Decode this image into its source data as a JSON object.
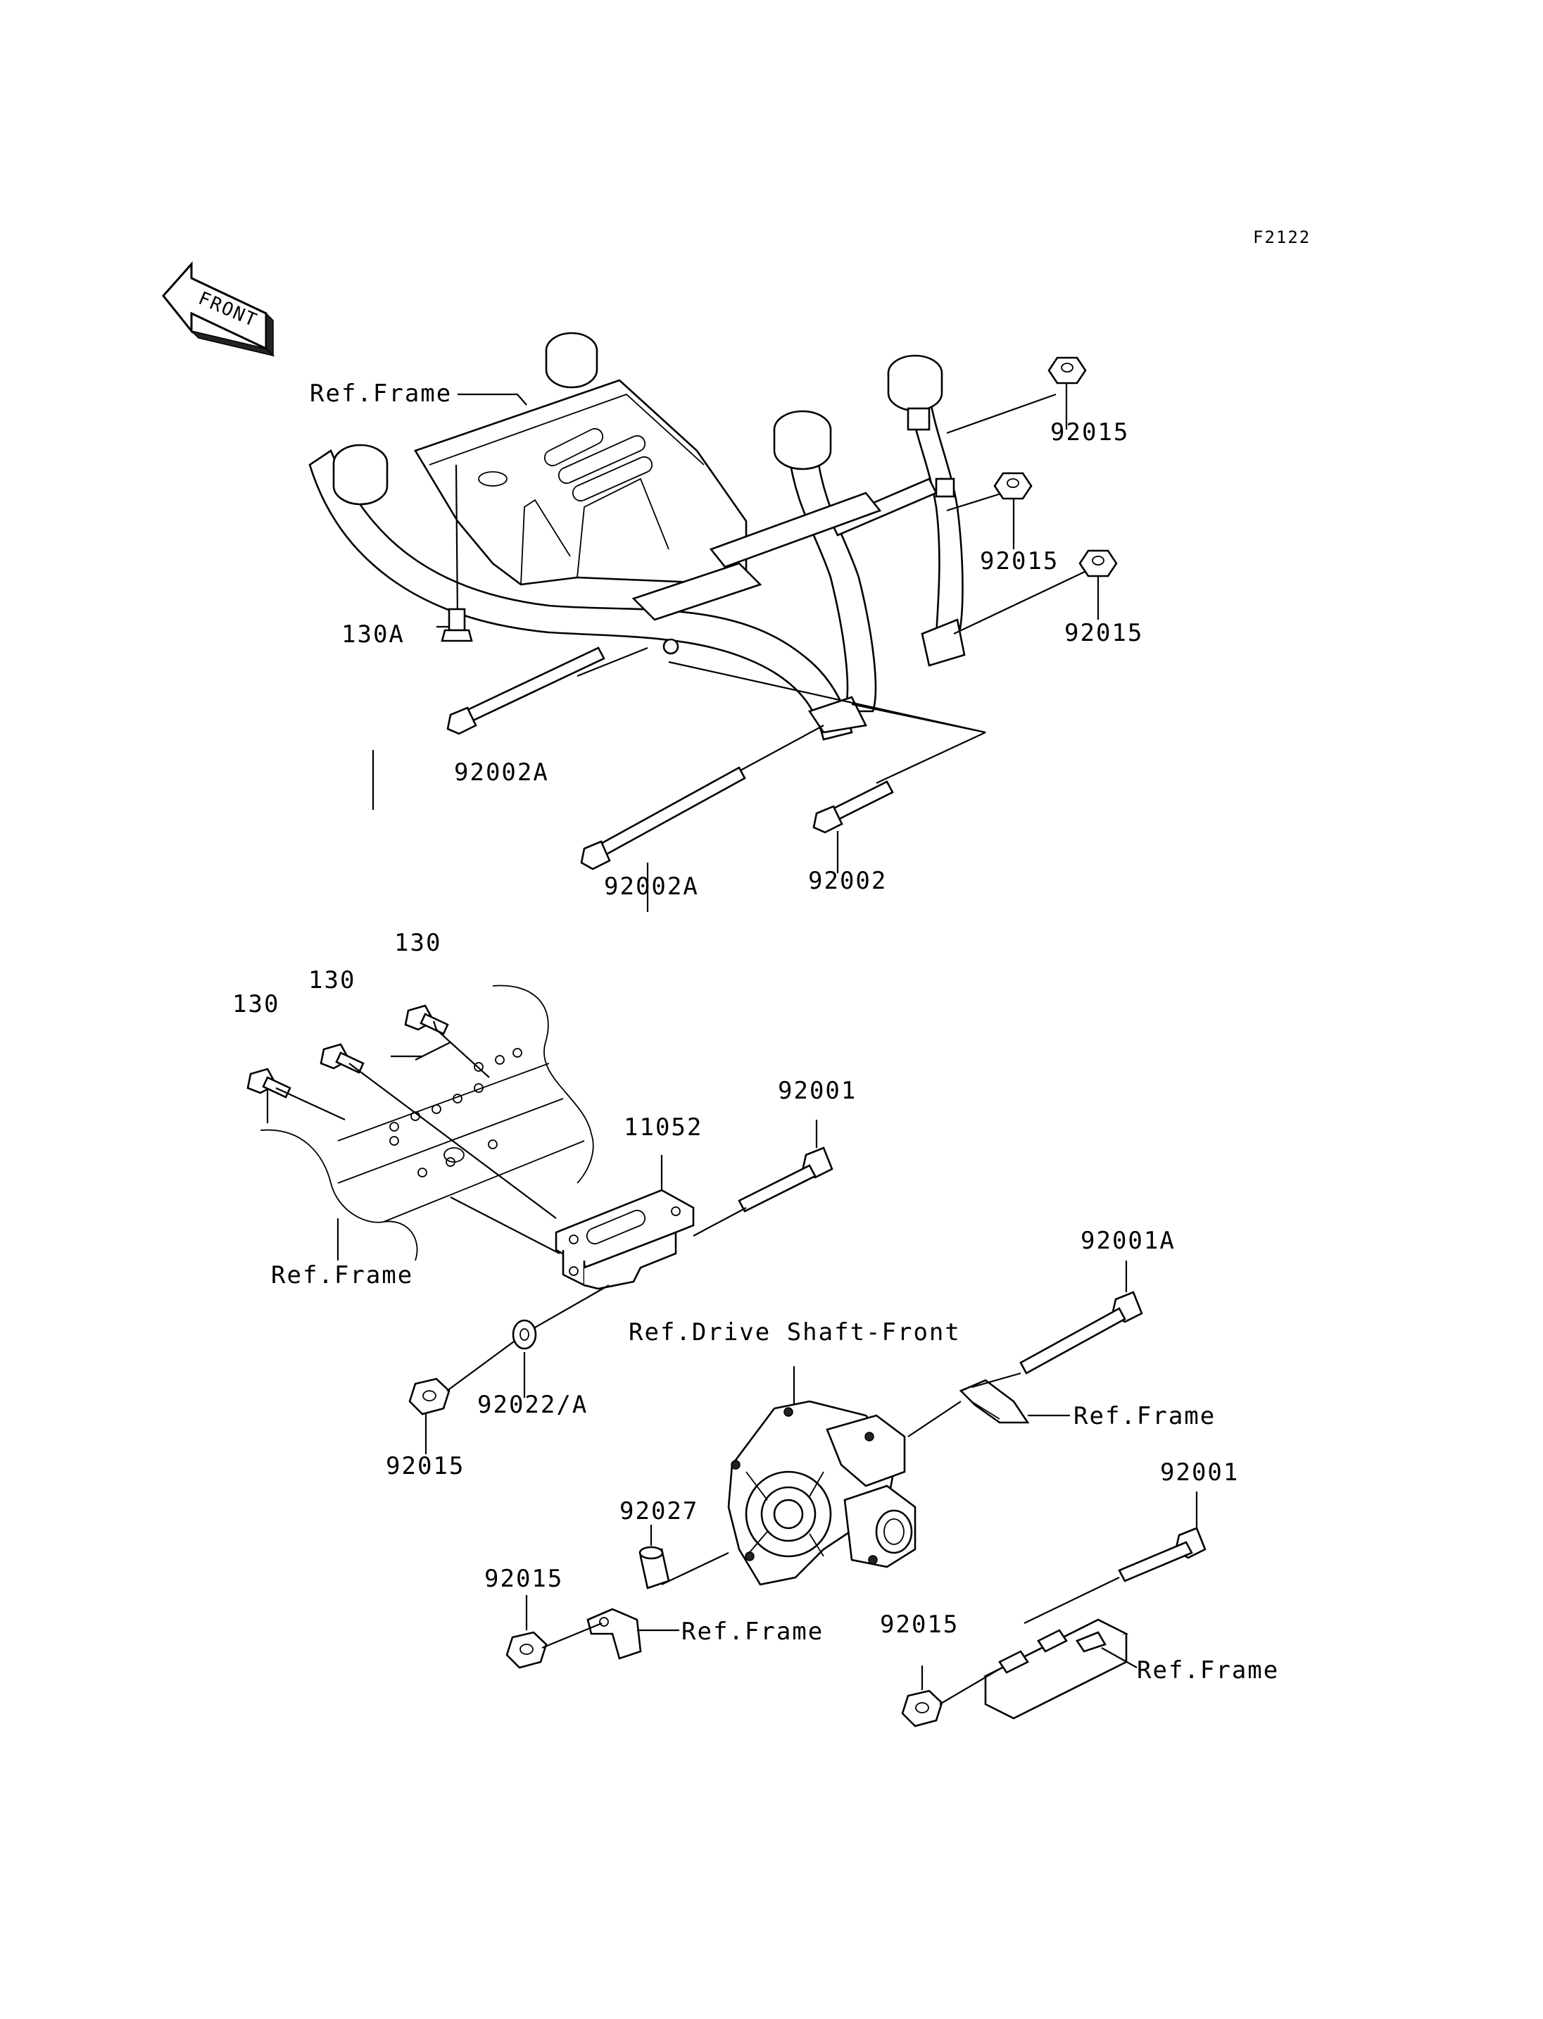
{
  "diagram_code": "F2122",
  "front_arrow": {
    "label": "FRONT",
    "icon": "front-arrow-icon"
  },
  "labels": {
    "ref_frame_top": "Ref.Frame",
    "p92015_a": "92015",
    "p92015_b": "92015",
    "p92015_c": "92015",
    "p130A": "130A",
    "p92002A_a": "92002A",
    "p92002A_b": "92002A",
    "p92002": "92002",
    "p130_a": "130",
    "p130_b": "130",
    "p130_c": "130",
    "p92001_a": "92001",
    "p11052": "11052",
    "ref_frame_mid": "Ref.Frame",
    "p92001A": "92001A",
    "ref_drive_shaft": "Ref.Drive Shaft-Front",
    "ref_frame_right": "Ref.Frame",
    "p92015_d": "92015",
    "p92022A": "92022/A",
    "p92027": "92027",
    "p92001_b": "92001",
    "p92015_e": "92015",
    "ref_frame_low": "Ref.Frame",
    "p92015_f": "92015",
    "ref_frame_bottom": "Ref.Frame"
  }
}
